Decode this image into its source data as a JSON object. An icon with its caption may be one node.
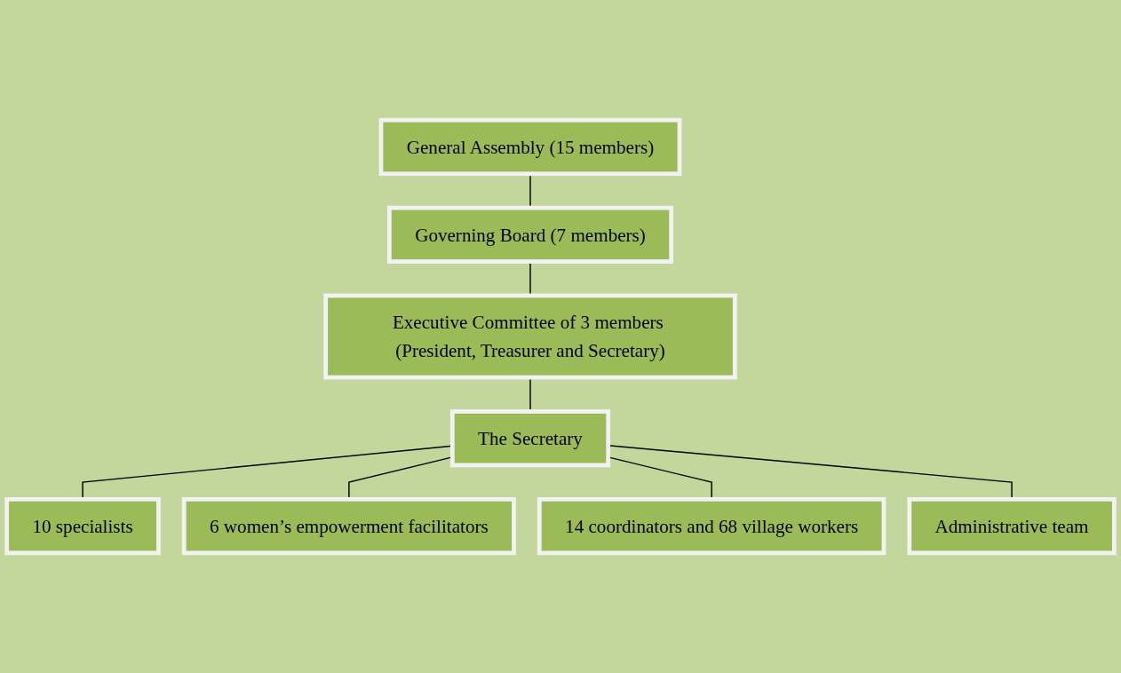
{
  "diagram": {
    "nodes": [
      {
        "text": [
          "General Assembly (15 members)"
        ]
      },
      {
        "text": [
          "Governing Board (7 members)"
        ]
      },
      {
        "text": [
          "Executive Committee of 3 members (President, Treasurer and Secretary)"
        ]
      },
      {
        "text": [
          "The Secretary"
        ]
      },
      {
        "text": [
          "10 specialists"
        ]
      },
      {
        "text": [
          "6 women’s empowerment facilitators"
        ]
      },
      {
        "text": [
          "14 coordinators and 68 village workers"
        ]
      },
      {
        "text": [
          "Administrative team"
        ]
      }
    ],
    "edges": [
      {
        "from": 0,
        "to": 1,
        "arrow": "none"
      },
      {
        "from": 1,
        "to": 2,
        "arrow": "none"
      },
      {
        "from": 2,
        "to": 3,
        "arrow": "none"
      },
      {
        "from": 3,
        "to": 4,
        "arrow": "none"
      },
      {
        "from": 3,
        "to": 5,
        "arrow": "none"
      },
      {
        "from": 3,
        "to": 6,
        "arrow": "none"
      },
      {
        "from": 3,
        "to": 7,
        "arrow": "none"
      }
    ]
  }
}
